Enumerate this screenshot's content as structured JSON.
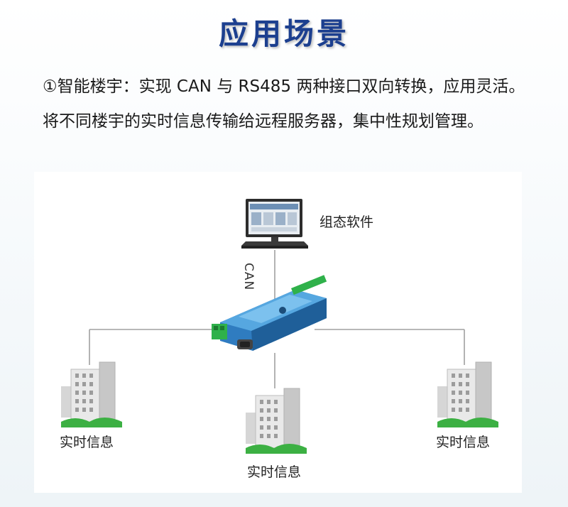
{
  "title": "应用场景",
  "description": "①智能楼宇：实现 CAN 与 RS485 两种接口双向转换，应用灵活。将不同楼宇的实时信息传输给远程服务器，集中性规划管理。",
  "diagram": {
    "software_label": "组态软件",
    "link_label": "CAN",
    "buildings": [
      {
        "label": "实时信息"
      },
      {
        "label": "实时信息"
      },
      {
        "label": "实时信息"
      }
    ]
  },
  "colors": {
    "title": "#1c3f8f",
    "device": "#3a8fd0",
    "terminal": "#2fb14a",
    "line": "#9a9a9a"
  }
}
